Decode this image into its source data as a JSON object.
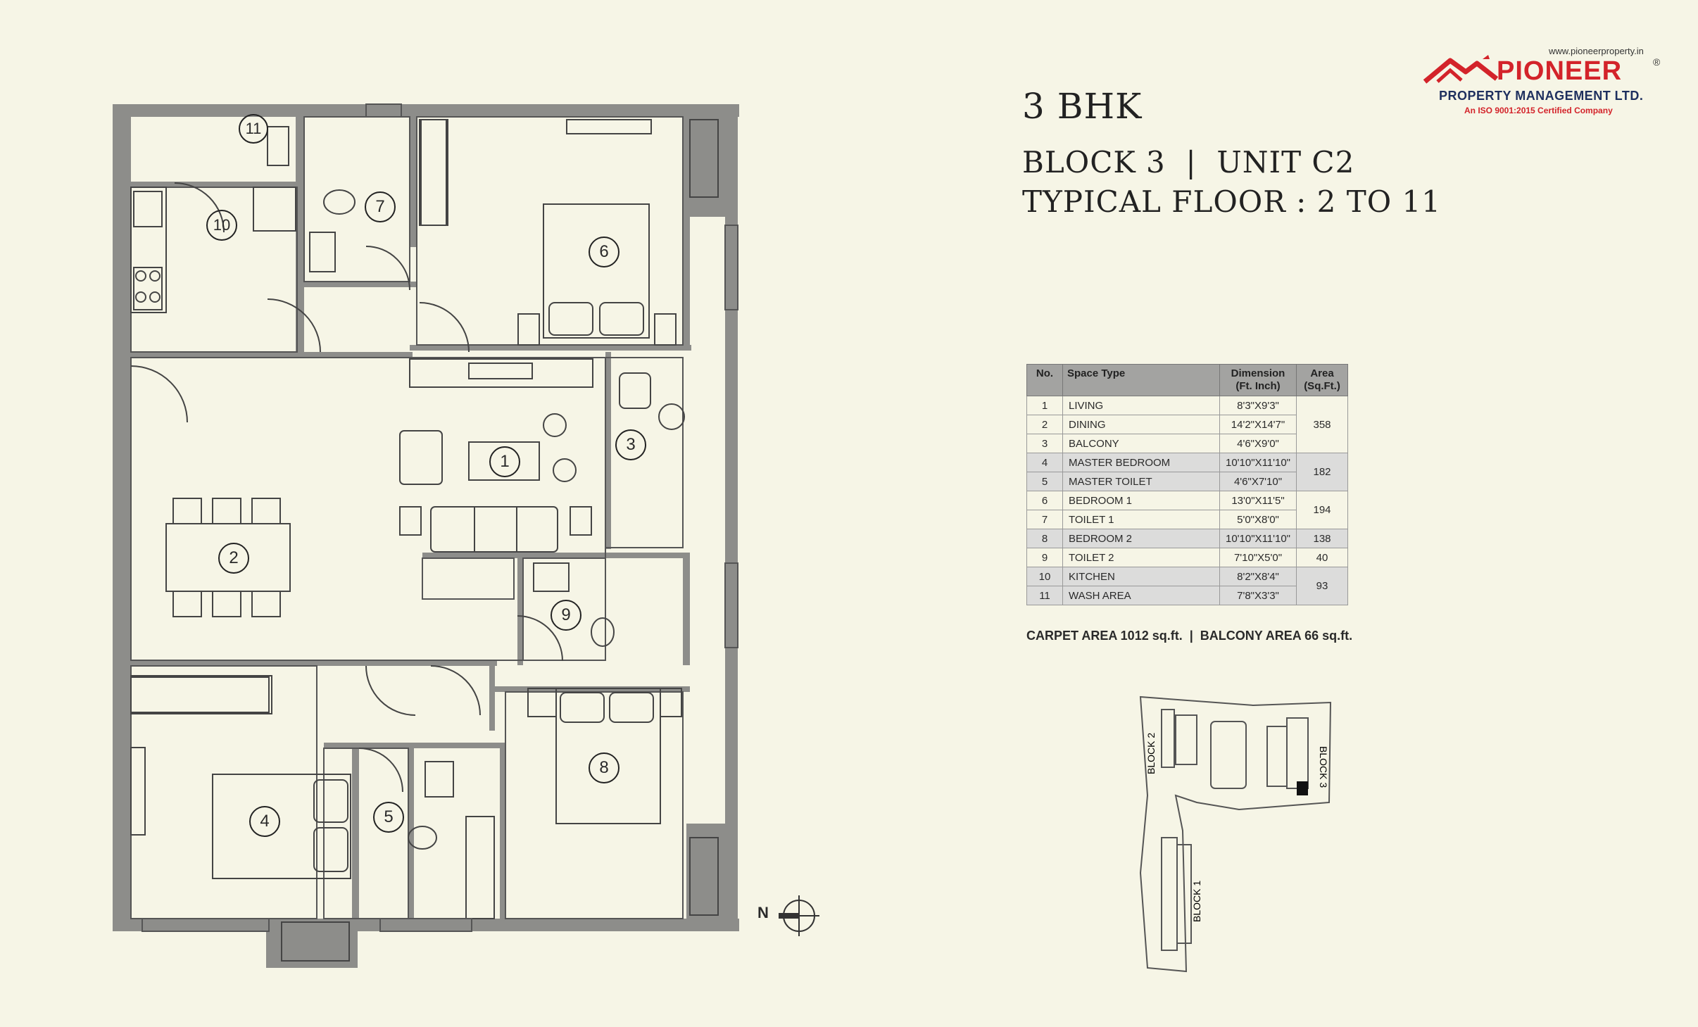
{
  "header": {
    "bhk": "3 BHK",
    "block_unit": "BLOCK 3  |  UNIT C2",
    "floor": "TYPICAL FLOOR : 2 TO 11"
  },
  "logo": {
    "url": "www.pioneerproperty.in",
    "name": "PIONEER",
    "registered": "®",
    "subtitle": "PROPERTY MANAGEMENT LTD.",
    "cert": "An ISO 9001:2015 Certified Company",
    "brand_color": "#d3232a"
  },
  "table": {
    "headers": [
      "No.",
      "Space Type",
      "Dimension\n(Ft. Inch)",
      "Area\n(Sq.Ft.)"
    ],
    "header_lines": {
      "no": "No.",
      "space": "Space Type",
      "dim1": "Dimension",
      "dim2": "(Ft. Inch)",
      "area1": "Area",
      "area2": "(Sq.Ft.)"
    },
    "rows": [
      {
        "no": "1",
        "space": "LIVING",
        "dim": "8'3\"X9'3\""
      },
      {
        "no": "2",
        "space": "DINING",
        "dim": "14'2\"X14'7\""
      },
      {
        "no": "3",
        "space": "BALCONY",
        "dim": "4'6\"X9'0\""
      },
      {
        "no": "4",
        "space": "MASTER BEDROOM",
        "dim": "10'10\"X11'10\""
      },
      {
        "no": "5",
        "space": "MASTER TOILET",
        "dim": "4'6\"X7'10\""
      },
      {
        "no": "6",
        "space": "BEDROOM 1",
        "dim": "13'0\"X11'5\""
      },
      {
        "no": "7",
        "space": "TOILET 1",
        "dim": "5'0\"X8'0\""
      },
      {
        "no": "8",
        "space": "BEDROOM 2",
        "dim": "10'10\"X11'10\""
      },
      {
        "no": "9",
        "space": "TOILET 2",
        "dim": "7'10\"X5'0\""
      },
      {
        "no": "10",
        "space": "KITCHEN",
        "dim": "8'2\"X8'4\""
      },
      {
        "no": "11",
        "space": "WASH AREA",
        "dim": "7'8\"X3'3\""
      }
    ],
    "area_groups": [
      {
        "value": "358"
      },
      {
        "value": "182"
      },
      {
        "value": "194"
      },
      {
        "value": "138"
      },
      {
        "value": "40"
      },
      {
        "value": "93"
      }
    ]
  },
  "summary": "CARPET AREA 1012 sq.ft.  |  BALCONY AREA 66 sq.ft.",
  "plan": {
    "room_numbers": [
      "1",
      "2",
      "3",
      "4",
      "5",
      "6",
      "7",
      "8",
      "9",
      "10",
      "11"
    ],
    "north_label": "N"
  },
  "keyplan": {
    "block1": "BLOCK 1",
    "block2": "BLOCK 2",
    "block3": "BLOCK 3"
  },
  "colors": {
    "wall": "#8d8d8a",
    "background": "#f6f5e6",
    "header_gray": "#a3a3a1"
  }
}
